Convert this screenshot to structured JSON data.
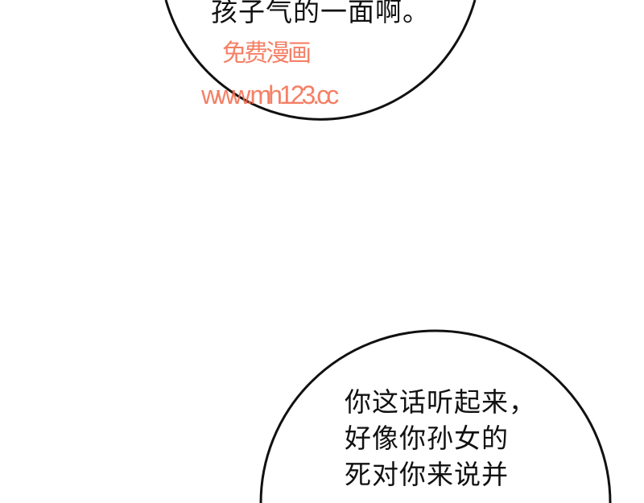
{
  "bubble_top": {
    "text": "孩子气的一面啊。"
  },
  "bubble_bottom": {
    "lines": [
      "你这话听起来，",
      "好像你孙女的",
      "死对你来说并"
    ]
  },
  "watermark": {
    "line1": "免费漫画",
    "line2": "www.mh123.cc",
    "color": "#f36b4c"
  }
}
